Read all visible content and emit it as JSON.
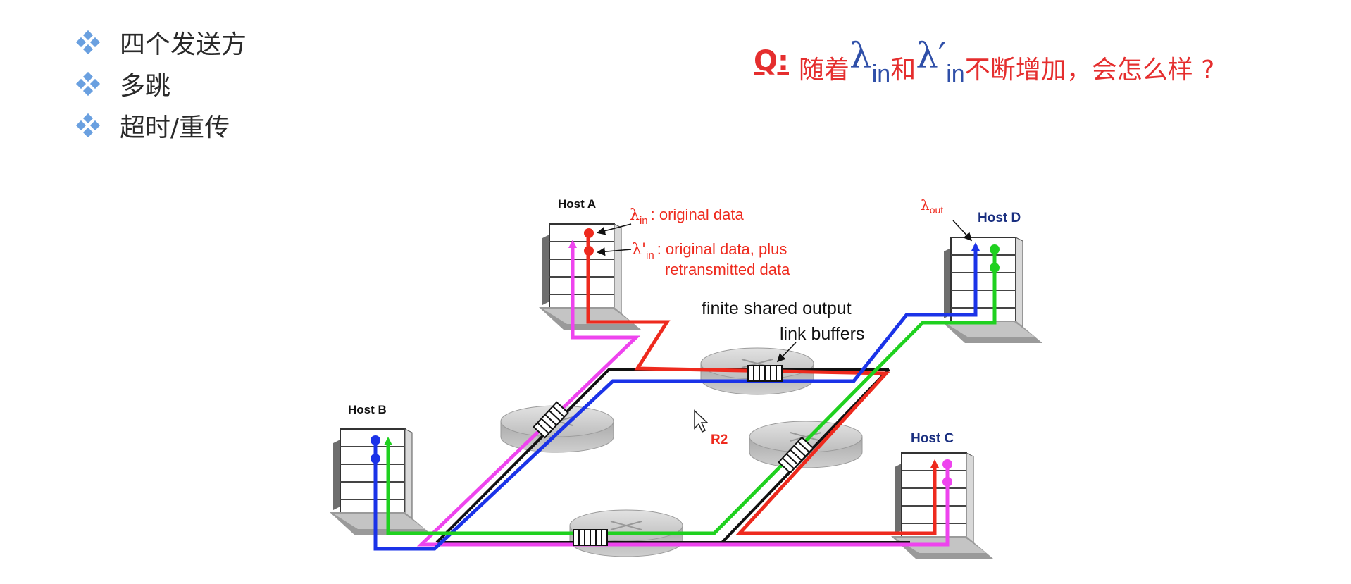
{
  "bullets": [
    "四个发送方",
    "多跳",
    "超时/重传"
  ],
  "question": {
    "q_label": "Q:",
    "prefix": "随着",
    "lambda1": "λ",
    "sub1": "in",
    "mid": "和",
    "lambda2": "λ′",
    "sub2": "in",
    "suffix": "不断增加，会怎么样 ?"
  },
  "diagram": {
    "host_a": "Host A",
    "host_b": "Host B",
    "host_c": "Host C",
    "host_d": "Host D",
    "lambda_in_label": "λ",
    "lambda_in_sub": "in",
    "lambda_in_desc": ": original data",
    "lambda_in_prime_label": "λ'",
    "lambda_in_prime_sub": "in",
    "lambda_in_prime_desc1": ": original data, plus",
    "lambda_in_prime_desc2": "retransmitted data",
    "lambda_out_label": "λ",
    "lambda_out_sub": "out",
    "buffers_line1": "finite shared output",
    "buffers_line2": "link buffers",
    "r2": "R2"
  },
  "colors": {
    "red": "#ee2a1e",
    "blue": "#1b33e8",
    "green": "#1fd11f",
    "magenta": "#ee44ee",
    "black": "#111111",
    "host_label_blue": "#1a2f80"
  }
}
